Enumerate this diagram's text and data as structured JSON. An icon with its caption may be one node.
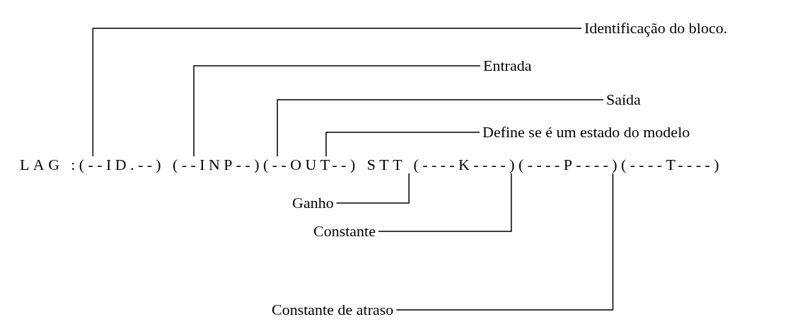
{
  "diagram": {
    "nodes": [
      {
        "text": [
          "Identificação do bloco."
        ]
      },
      {
        "text": [
          "Entrada"
        ]
      },
      {
        "text": [
          "Saída"
        ]
      },
      {
        "text": [
          "Define se é um estado do modelo"
        ]
      },
      {
        "text": [
          "LAG :(--ID.--)  (--INP--)(--OUT--) STT (----K----)(----P----)(----T----)"
        ]
      },
      {
        "text": [
          "Ganho"
        ]
      },
      {
        "text": [
          "Constante"
        ]
      },
      {
        "text": [
          "Constante de atraso"
        ]
      }
    ],
    "edges": [
      {
        "from": 0,
        "to": 4,
        "arrow": "none"
      },
      {
        "from": 1,
        "to": 4,
        "arrow": "none"
      },
      {
        "from": 2,
        "to": 4,
        "arrow": "none"
      },
      {
        "from": 3,
        "to": 4,
        "arrow": "none"
      },
      {
        "from": 5,
        "to": 4,
        "arrow": "none"
      },
      {
        "from": 6,
        "to": 4,
        "arrow": "none"
      },
      {
        "from": 7,
        "to": 4,
        "arrow": "none"
      }
    ]
  }
}
